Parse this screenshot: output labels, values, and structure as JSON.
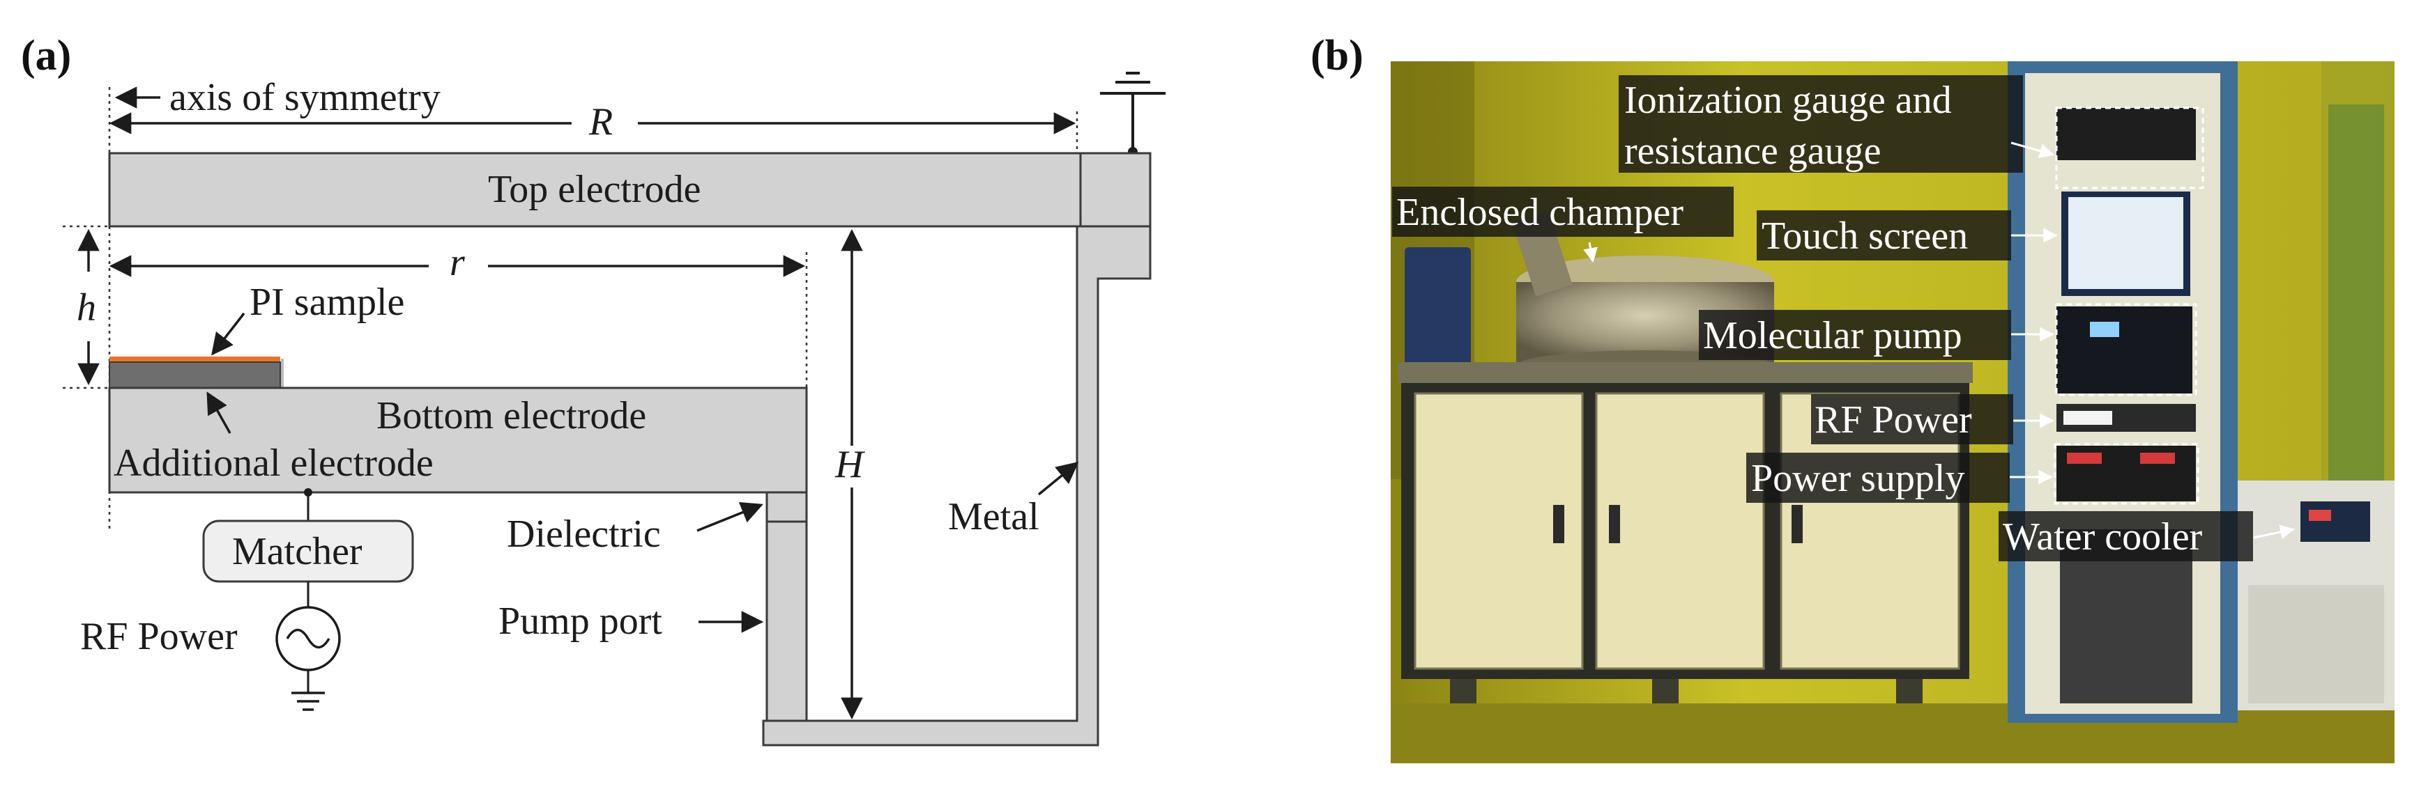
{
  "panels": {
    "a": "(a)",
    "b": "(b)"
  },
  "diagram_a": {
    "axis_label": "axis of symmetry",
    "R": "R",
    "r": "r",
    "h": "h",
    "H": "H",
    "top_electrode": "Top electrode",
    "bottom_electrode": "Bottom electrode",
    "pi_sample": "PI sample",
    "additional_electrode": "Additional electrode",
    "matcher": "Matcher",
    "rf_power": "RF Power",
    "dielectric": "Dielectric",
    "pump_port": "Pump port",
    "metal": "Metal"
  },
  "photo_b": {
    "ion_gauge_line1": "Ionization gauge and",
    "ion_gauge_line2": "resistance gauge",
    "enclosed_chamber": "Enclosed champer",
    "touch_screen": "Touch screen",
    "molecular_pump": "Molecular pump",
    "rf_power": "RF Power",
    "power_supply": "Power supply",
    "water_cooler": "Water cooler"
  },
  "colors": {
    "electrode_gray": "#d2d2d2",
    "outline": "#3a3a3a",
    "pi_sample_orange": "#e8742a",
    "wall_yellow": "#c6be22",
    "cabinet_cream": "#e9e2b4",
    "rack_blue": "#3f6f96"
  }
}
